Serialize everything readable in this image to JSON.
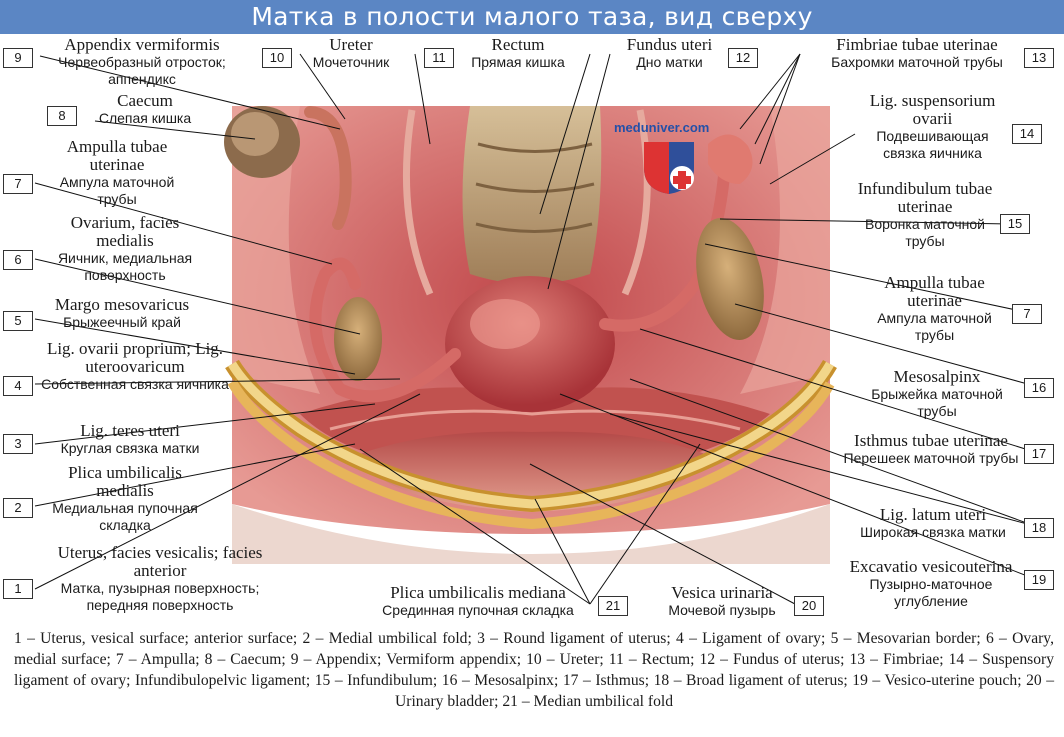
{
  "title": "Матка в полости малого таза, вид сверху",
  "watermark": "meduniver.com",
  "labels": [
    {
      "num": "9",
      "latin": "Appendix vermiformis",
      "russian": "Червеобразный отросток; аппендикс"
    },
    {
      "num": "8",
      "latin": "Caecum",
      "russian": "Слепая кишка"
    },
    {
      "num": "7",
      "latin": "Ampulla tubae uterinae",
      "russian": "Ампула маточной трубы"
    },
    {
      "num": "6",
      "latin": "Ovarium, facies medialis",
      "russian": "Яичник, медиальная поверхность"
    },
    {
      "num": "5",
      "latin": "Margo mesovaricus",
      "russian": "Брыжеечный край"
    },
    {
      "num": "4",
      "latin": "Lig. ovarii proprium; Lig. uteroovaricum",
      "russian": "Собственная связка яичника"
    },
    {
      "num": "3",
      "latin": "Lig. teres uteri",
      "russian": "Круглая связка матки"
    },
    {
      "num": "2",
      "latin": "Plica umbilicalis medialis",
      "russian": "Медиальная пупочная складка"
    },
    {
      "num": "1",
      "latin": "Uterus, facies vesicalis; facies anterior",
      "russian": "Матка, пузырная поверхность; передняя поверхность"
    },
    {
      "num": "10",
      "latin": "Ureter",
      "russian": "Мочеточник"
    },
    {
      "num": "11",
      "latin": "Rectum",
      "russian": "Прямая кишка"
    },
    {
      "num": "12",
      "latin": "Fundus uteri",
      "russian": "Дно матки"
    },
    {
      "num": "13",
      "latin": "Fimbriae tubae uterinae",
      "russian": "Бахромки маточной трубы"
    },
    {
      "num": "14",
      "latin": "Lig. suspensorium ovarii",
      "russian": "Подвешивающая связка яичника"
    },
    {
      "num": "15",
      "latin": "Infundibulum tubae uterinae",
      "russian": "Воронка маточной трубы"
    },
    {
      "num": "7",
      "latin": "Ampulla tubae uterinae",
      "russian": "Ампула маточной трубы"
    },
    {
      "num": "16",
      "latin": "Mesosalpinx",
      "russian": "Брыжейка маточной трубы"
    },
    {
      "num": "17",
      "latin": "Isthmus tubae uterinae",
      "russian": "Перешеек маточной трубы"
    },
    {
      "num": "18",
      "latin": "Lig. latum uteri",
      "russian": "Широкая связка матки"
    },
    {
      "num": "19",
      "latin": "Excavatio vesicouterina",
      "russian": "Пузырно-маточное углубление"
    },
    {
      "num": "20",
      "latin": "Vesica urinaria",
      "russian": "Мочевой пузырь"
    },
    {
      "num": "21",
      "latin": "Plica umbilicalis mediana",
      "russian": "Срединная пупочная складка"
    }
  ],
  "caption": "1 – Uterus, vesical surface; anterior surface; 2 – Medial umbilical fold; 3 – Round ligament of uterus; 4 – Ligament of ovary; 5 – Mesovarian border; 6 – Ovary, medial surface; 7 – Ampulla; 8 – Caecum; 9 – Appendix; Vermiform appendix; 10 – Ureter; 11 – Rectum; 12 – Fundus of uterus; 13 – Fimbriae; 14 – Suspensory ligament of ovary; Infundibulopelvic ligament; 15 – Infundibulum; 16 – Mesosalpinx; 17 – Isthmus; 18 – Broad ligament of uterus; 19 – Vesico-uterine pouch; 20 – Urinary bladder; 21 – Median umbilical fold"
}
